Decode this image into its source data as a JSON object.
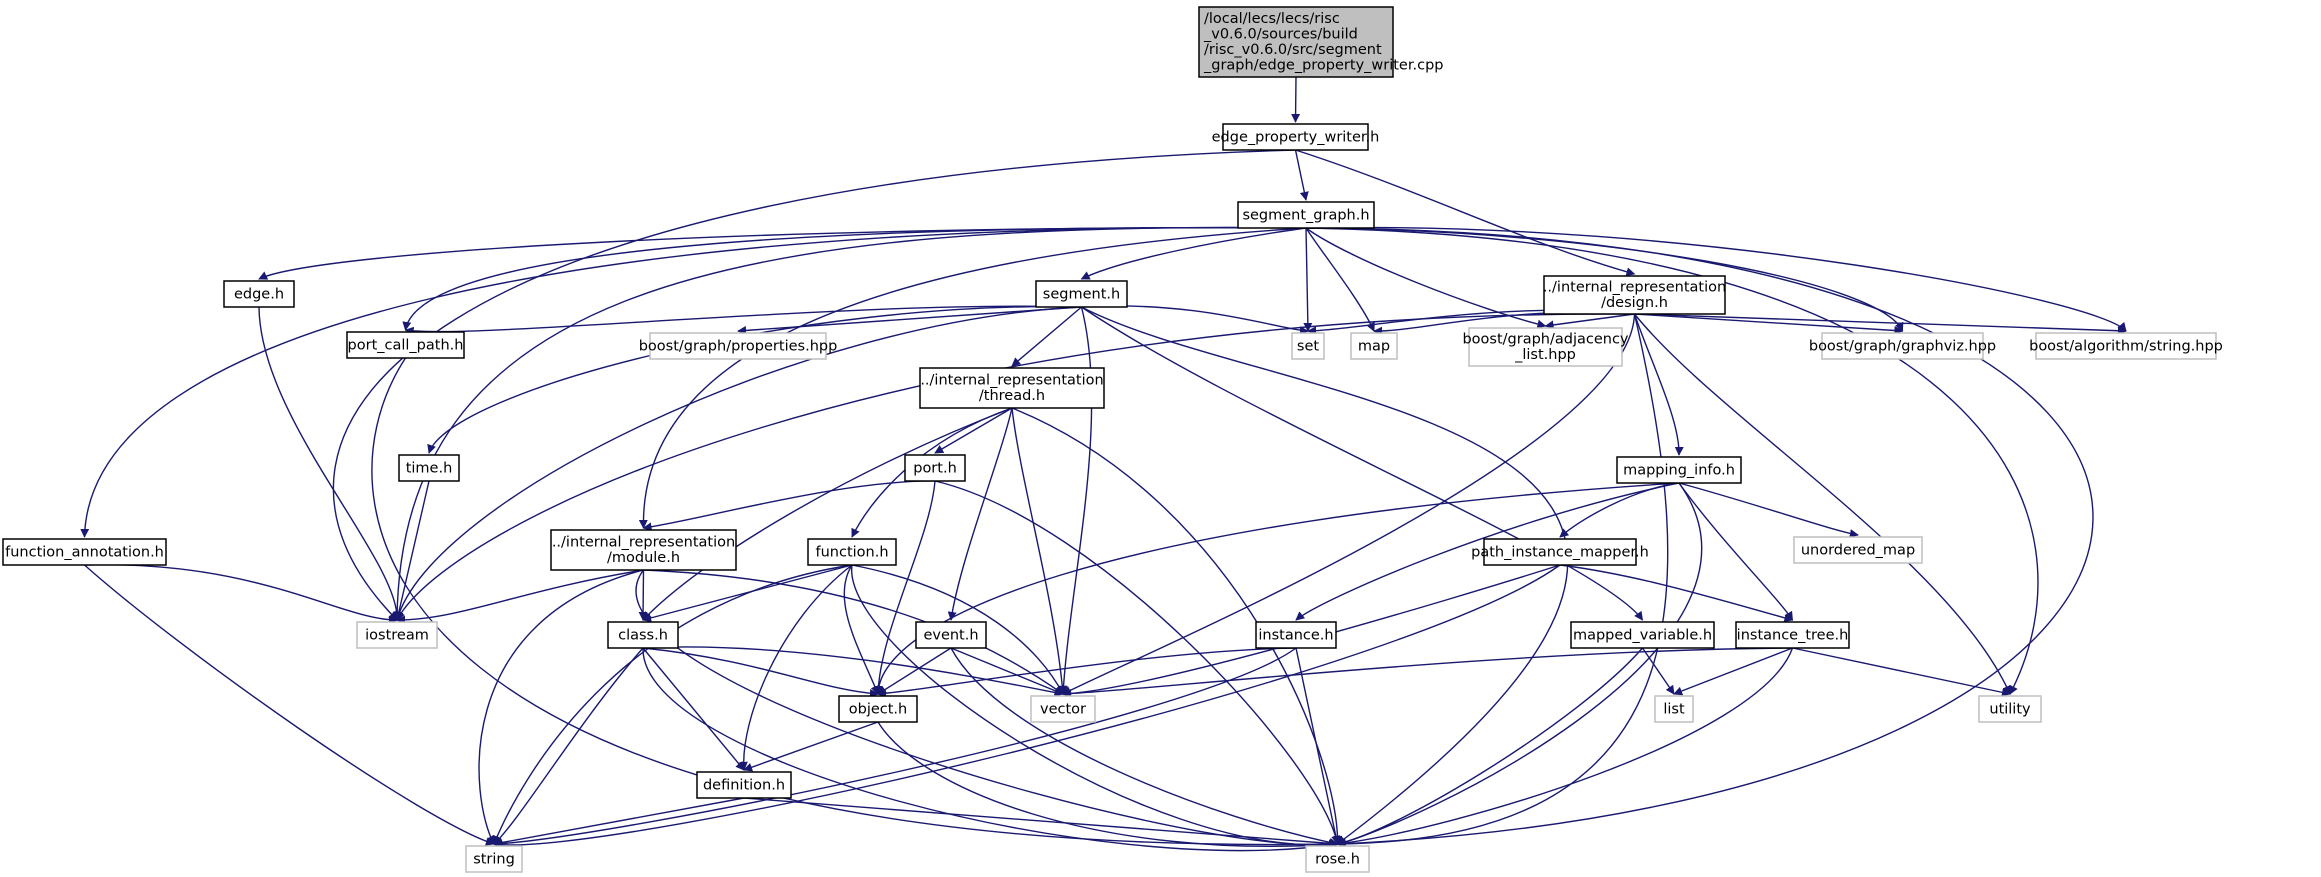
{
  "diagram": {
    "type": "include-dependency-graph",
    "colors": {
      "edge": "#191970",
      "local_border": "#000000",
      "system_border": "#bfbfbf",
      "root_fill": "#bfbfbf"
    },
    "nodes": [
      {
        "id": "root",
        "kind": "root",
        "lines": [
          "/local/lecs/lecs/risc",
          "_v0.6.0/sources/build",
          "/risc_v0.6.0/src/segment",
          "_graph/edge_property_writer.cpp"
        ]
      },
      {
        "id": "epw",
        "kind": "local",
        "lines": [
          "edge_property_writer.h"
        ]
      },
      {
        "id": "sg",
        "kind": "local",
        "lines": [
          "segment_graph.h"
        ]
      },
      {
        "id": "design",
        "kind": "local",
        "lines": [
          "../internal_representation",
          "/design.h"
        ]
      },
      {
        "id": "edge",
        "kind": "local",
        "lines": [
          "edge.h"
        ]
      },
      {
        "id": "segment",
        "kind": "local",
        "lines": [
          "segment.h"
        ]
      },
      {
        "id": "pcp",
        "kind": "local",
        "lines": [
          "port_call_path.h"
        ]
      },
      {
        "id": "bprop",
        "kind": "system",
        "lines": [
          "boost/graph/properties.hpp"
        ]
      },
      {
        "id": "thread",
        "kind": "local",
        "lines": [
          "../internal_representation",
          "/thread.h"
        ]
      },
      {
        "id": "set",
        "kind": "system",
        "lines": [
          "set"
        ]
      },
      {
        "id": "map",
        "kind": "system",
        "lines": [
          "map"
        ]
      },
      {
        "id": "badj",
        "kind": "system",
        "lines": [
          "boost/graph/adjacency",
          "_list.hpp"
        ]
      },
      {
        "id": "bgv",
        "kind": "system",
        "lines": [
          "boost/graph/graphviz.hpp"
        ]
      },
      {
        "id": "balg",
        "kind": "system",
        "lines": [
          "boost/algorithm/string.hpp"
        ]
      },
      {
        "id": "time",
        "kind": "local",
        "lines": [
          "time.h"
        ]
      },
      {
        "id": "port",
        "kind": "local",
        "lines": [
          "port.h"
        ]
      },
      {
        "id": "mapinfo",
        "kind": "local",
        "lines": [
          "mapping_info.h"
        ]
      },
      {
        "id": "uomap",
        "kind": "system",
        "lines": [
          "unordered_map"
        ]
      },
      {
        "id": "fann",
        "kind": "local",
        "lines": [
          "function_annotation.h"
        ]
      },
      {
        "id": "module",
        "kind": "local",
        "lines": [
          "../internal_representation",
          "/module.h"
        ]
      },
      {
        "id": "function",
        "kind": "local",
        "lines": [
          "function.h"
        ]
      },
      {
        "id": "pim",
        "kind": "local",
        "lines": [
          "path_instance_mapper.h"
        ]
      },
      {
        "id": "iostream",
        "kind": "system",
        "lines": [
          "iostream"
        ]
      },
      {
        "id": "class",
        "kind": "local",
        "lines": [
          "class.h"
        ]
      },
      {
        "id": "event",
        "kind": "local",
        "lines": [
          "event.h"
        ]
      },
      {
        "id": "instance",
        "kind": "local",
        "lines": [
          "instance.h"
        ]
      },
      {
        "id": "mvar",
        "kind": "local",
        "lines": [
          "mapped_variable.h"
        ]
      },
      {
        "id": "itree",
        "kind": "local",
        "lines": [
          "instance_tree.h"
        ]
      },
      {
        "id": "object",
        "kind": "local",
        "lines": [
          "object.h"
        ]
      },
      {
        "id": "vector",
        "kind": "system",
        "lines": [
          "vector"
        ]
      },
      {
        "id": "list",
        "kind": "system",
        "lines": [
          "list"
        ]
      },
      {
        "id": "utility",
        "kind": "system",
        "lines": [
          "utility"
        ]
      },
      {
        "id": "definition",
        "kind": "local",
        "lines": [
          "definition.h"
        ]
      },
      {
        "id": "string",
        "kind": "system",
        "lines": [
          "string"
        ]
      },
      {
        "id": "rose",
        "kind": "system",
        "lines": [
          "rose.h"
        ]
      }
    ]
  }
}
